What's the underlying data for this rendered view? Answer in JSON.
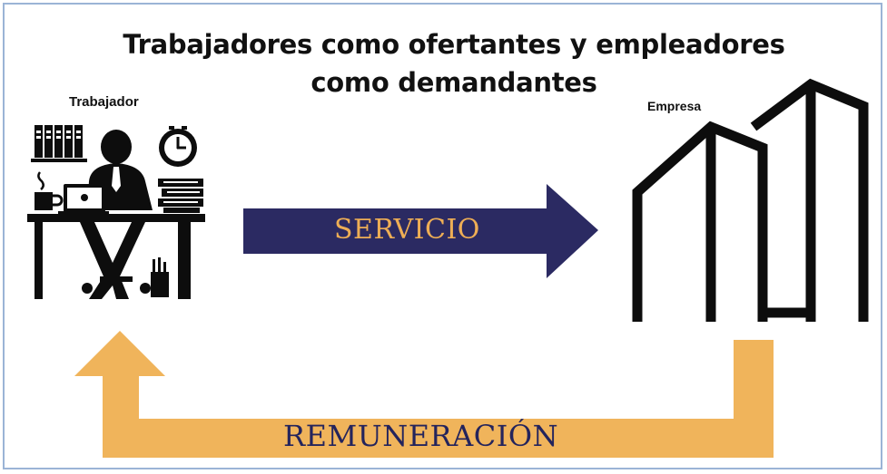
{
  "title": {
    "line1": "Trabajadores como ofertantes y empleadores",
    "line2": "como demandantes"
  },
  "worker": {
    "label": "Trabajador",
    "icon": "worker-at-desk-icon"
  },
  "company": {
    "label": "Empresa",
    "icon": "buildings-icon"
  },
  "flows": {
    "service": {
      "label": "SERVICIO",
      "arrow_color": "#2b2a62",
      "text_color": "#eeae55"
    },
    "remuneration": {
      "label": "REMUNERACIÓN",
      "arrow_color": "#f0b45b",
      "text_color": "#24245c"
    }
  },
  "colors": {
    "frame": "#9bb4d6",
    "icon": "#0d0d0d"
  }
}
